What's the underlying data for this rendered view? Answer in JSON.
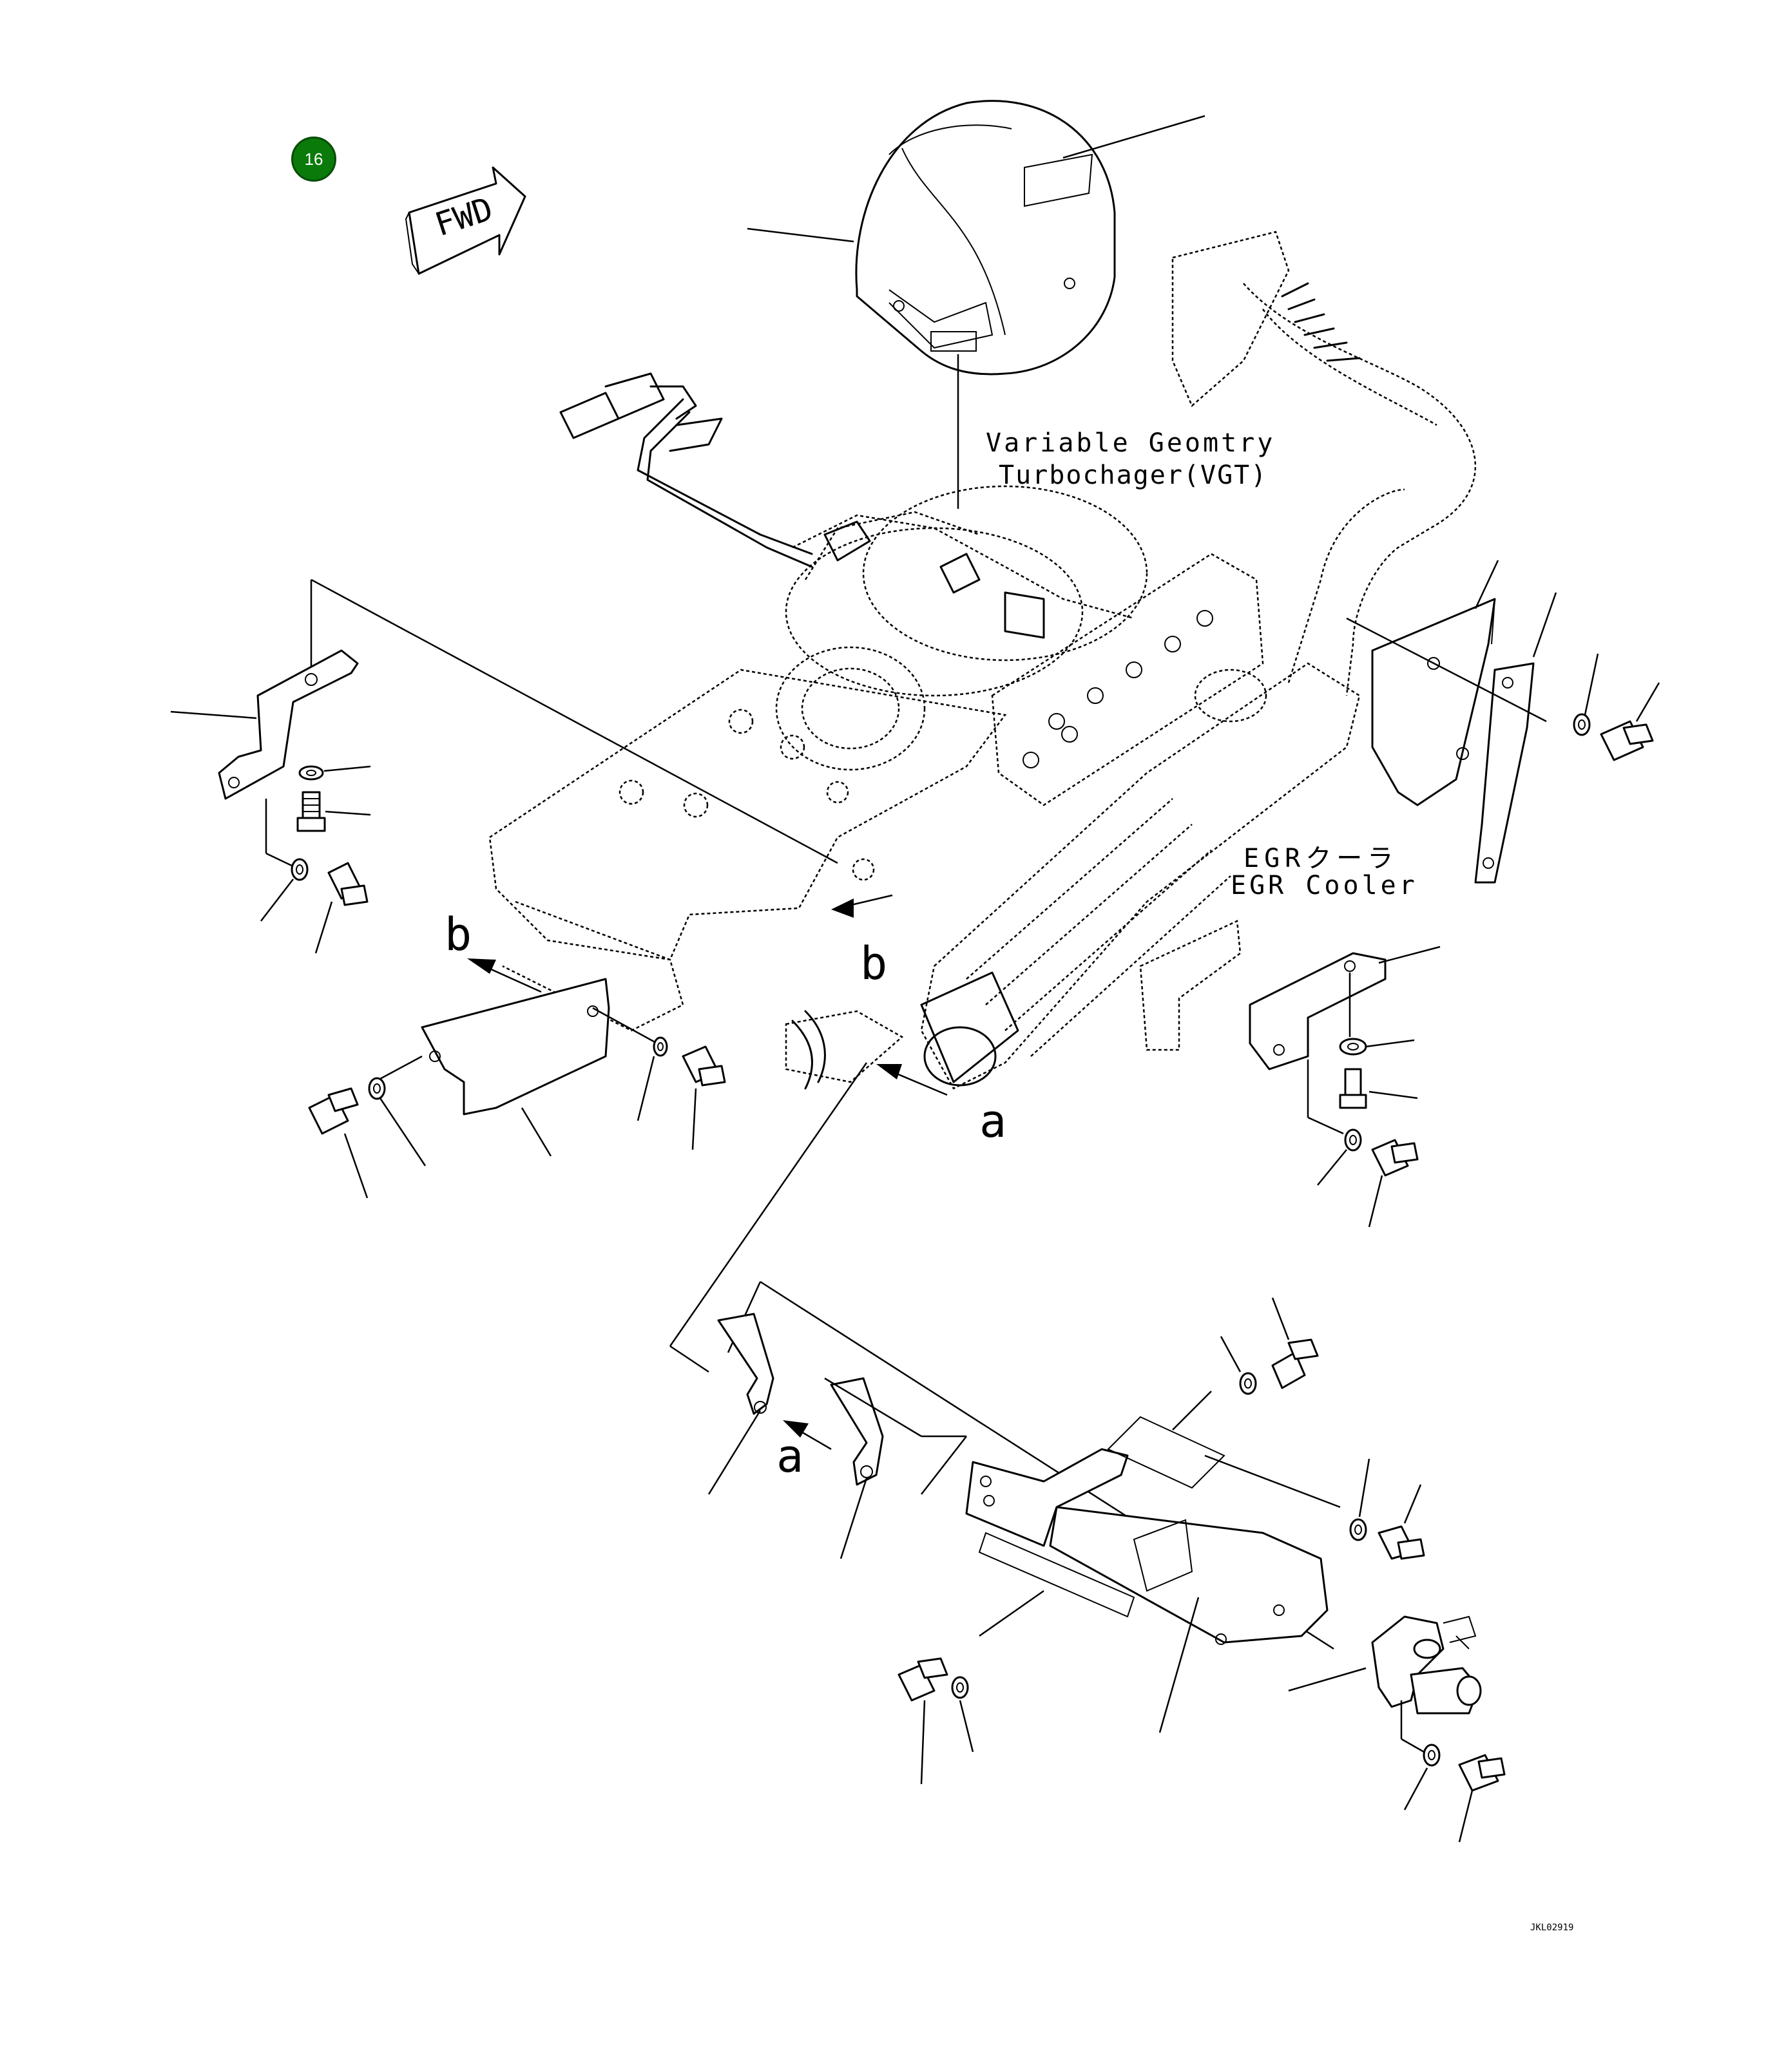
{
  "badge": {
    "number": "16",
    "color": "#0a7a0a"
  },
  "fwd_arrow": {
    "label": "FWD"
  },
  "annotations": {
    "vgt_line1": "Variable Geomtry",
    "vgt_line2": "Turbochager(VGT)",
    "egr_jp": "EGRクーラ",
    "egr_en": "EGR Cooler",
    "ref_b": "b",
    "ref_a": "a"
  },
  "drawing_code": "JKL02919",
  "icons": [
    "callout-badge",
    "fwd-arrow-icon",
    "bolt-icon",
    "washer-icon"
  ]
}
